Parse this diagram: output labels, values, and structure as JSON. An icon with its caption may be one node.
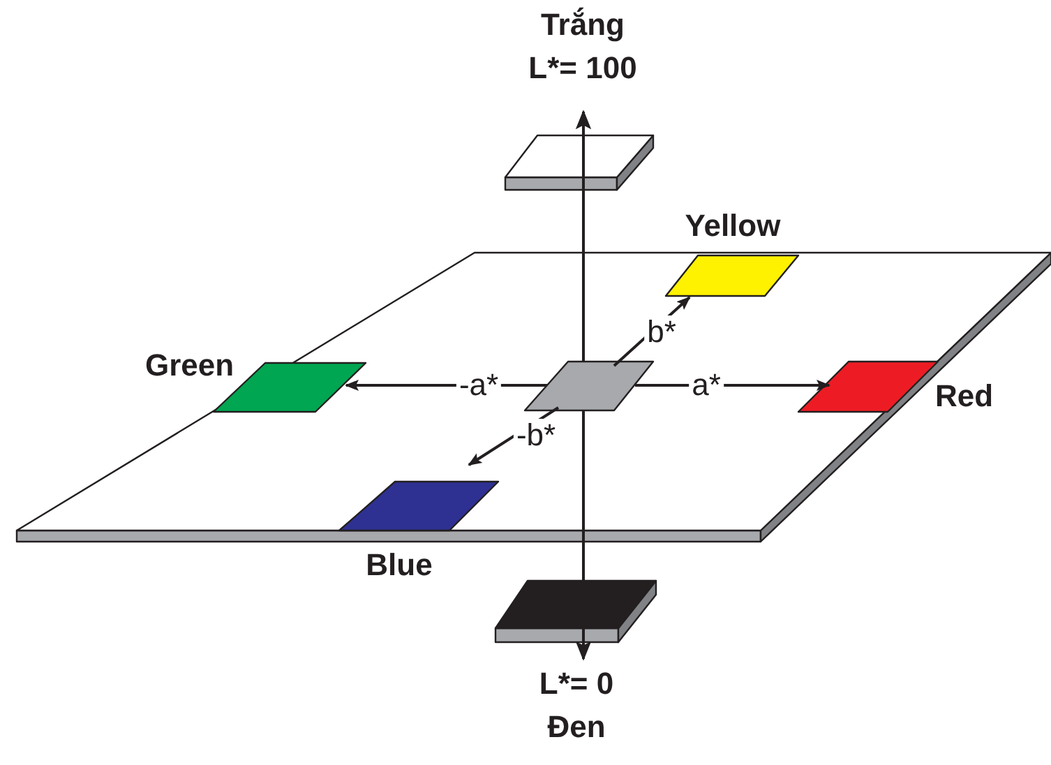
{
  "diagram": {
    "nodes": [
      {
        "text": [
          "Trắng",
          "L*= 100"
        ]
      },
      {
        "text": [],
        "shape": "box"
      },
      {
        "text": [
          "Yellow"
        ],
        "in": 1
      },
      {
        "text": [
          "Green"
        ],
        "in": 1
      },
      {
        "text": [],
        "shape": "box",
        "in": 1
      },
      {
        "text": [
          "Red"
        ],
        "in": 1
      },
      {
        "text": [
          "Blue"
        ],
        "in": 1
      },
      {
        "text": [
          "L*= 0",
          "Đen"
        ]
      }
    ],
    "edges": [
      {
        "from": 4,
        "to": 0,
        "arrow": "to"
      },
      {
        "from": 4,
        "to": 2,
        "arrow": "to",
        "label": "b*"
      },
      {
        "from": 4,
        "to": 3,
        "arrow": "to",
        "label": "-a*"
      },
      {
        "from": 4,
        "to": 5,
        "arrow": "to",
        "label": "a*"
      },
      {
        "from": 4,
        "to": 6,
        "arrow": "to",
        "label": "-b*"
      },
      {
        "from": 4,
        "to": 7,
        "arrow": "to"
      }
    ]
  }
}
